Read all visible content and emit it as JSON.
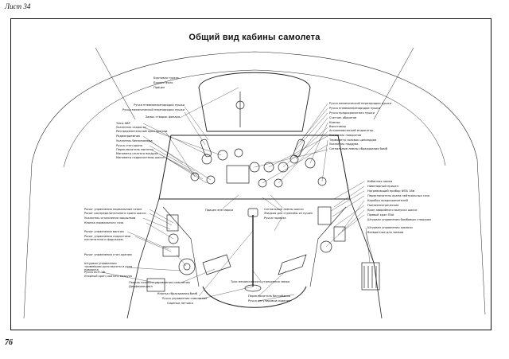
{
  "header": {
    "sheet_label": "Лист 34",
    "title": "Общий вид кабины самолета",
    "page_number": "76"
  },
  "labels_left": [
    "Ручка пневмоперезарядки пушки",
    "Ручка механической перезарядки пушки",
    "Замок створок фонаря",
    "Часы АВР",
    "Указатель скорости",
    "Распределительный кран щитков",
    "Радиоприемник",
    "Указатель бензиномера",
    "Ручка стоп-крана",
    "Переключатель магнето",
    "Манометр сжатого воздуха",
    "Манометр гидросистемы шасси",
    "Рычаг управления нормальным газом",
    "Рычаг распределительного крана шасси",
    "Указатель отклонения закрылков",
    "Кнопка нормального газа",
    "Рычаг управления винтом",
    "Рычаг управления скоростями нагнетателя и форсажем",
    "Рычаг управления стоп-краном",
    "Штурвал управления триммером руля высоты и руля поворота",
    "Ручка АСН-1Ф",
    "Упорный кран сжатого воздуха",
    "Педаль ножного управления самолетом",
    "Дифференциал",
    "Кнопка сбрасывания бомб",
    "Ручка управления самолетом",
    "Сиденье летчика"
  ],
  "labels_top": [
    "Бортовая турель",
    "Бронестекло",
    "Прицел"
  ],
  "labels_right": [
    "Ручка механической перезарядки пушки",
    "Ручка пневмоперезарядки пушки",
    "Ручка предохранителя пушки",
    "Счетчик оборотов",
    "Компас",
    "Высотомер",
    "Астрономический индикатор",
    "Указатель поворотов",
    "Термометр головок цилиндров",
    "Указатель наддува",
    "Сигнальные лампы сбрасывания бомб",
    "Кабинная лампа",
    "Нивелирный прицел",
    "Нагревающий прибор ФПА 18м",
    "Переключатель крана нейтральных газа",
    "Коробка предохранителей",
    "Пьезоэлектрическая",
    "Кран аварийного выпуска шасси",
    "Правый кран ПАА",
    "Штурвал управления бомбовым створкам",
    "Штурвал управления жалюзи",
    "Возвратные для замков"
  ],
  "labels_center": [
    "Прицел вне марки",
    "Сигнальные лампы шасси",
    "Жидкая для стрельбы из пушек",
    "Ручка тормоза",
    "Трос механического стопорения замка",
    "Переключатель бензобаков",
    "Ручка регулировки сидения"
  ]
}
